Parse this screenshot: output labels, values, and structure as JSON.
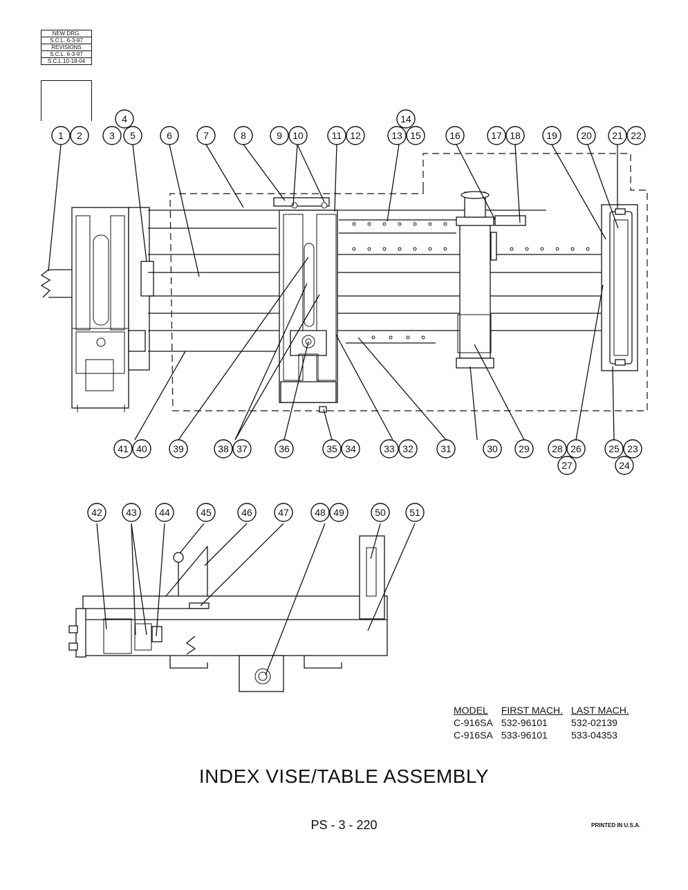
{
  "revision_block": {
    "lines": [
      "NEW DRG.",
      "S.C.L.  6-3-97",
      "REVISIONS",
      "S.C.L.  6-3-97",
      "S.C.L.10-18-04"
    ]
  },
  "callouts": [
    "1",
    "2",
    "3",
    "4",
    "5",
    "6",
    "7",
    "8",
    "9",
    "10",
    "11",
    "12",
    "13",
    "14",
    "15",
    "16",
    "17",
    "18",
    "19",
    "20",
    "21",
    "22",
    "23",
    "24",
    "25",
    "26",
    "27",
    "28",
    "29",
    "30",
    "31",
    "32",
    "33",
    "34",
    "35",
    "36",
    "37",
    "38",
    "39",
    "40",
    "41",
    "42",
    "43",
    "44",
    "45",
    "46",
    "47",
    "48",
    "49",
    "50",
    "51"
  ],
  "serial_table": {
    "headers": [
      "MODEL",
      "FIRST MACH.",
      "LAST MACH."
    ],
    "rows": [
      [
        "C-916SA",
        "532-96101",
        "532-02139"
      ],
      [
        "C-916SA",
        "533-96101",
        "533-04353"
      ]
    ]
  },
  "title": "INDEX VISE/TABLE ASSEMBLY",
  "page_number": "PS - 3 - 220",
  "printed_note": "PRINTED IN U.S.A."
}
